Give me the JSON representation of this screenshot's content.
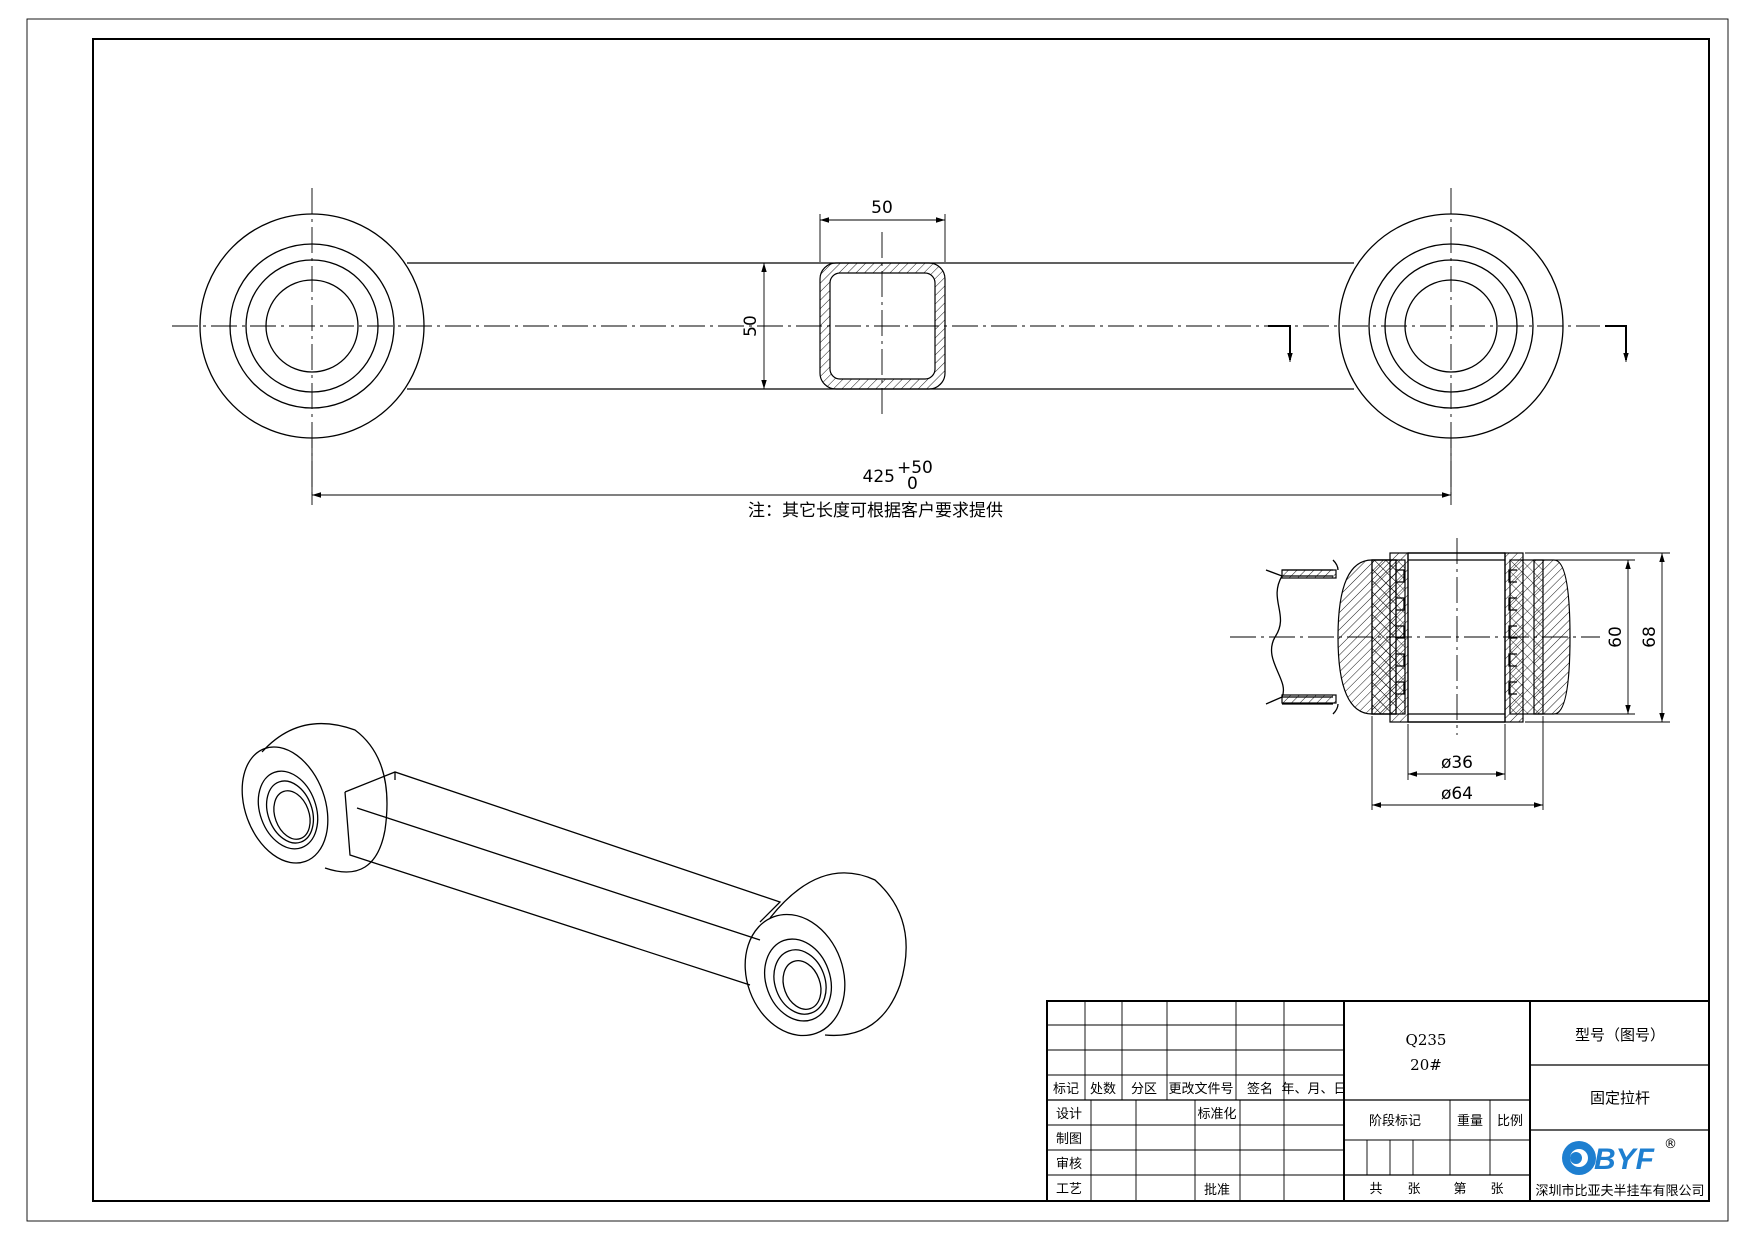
{
  "dimensions": {
    "tube_width": "50",
    "tube_height": "50",
    "length_base": "425",
    "length_tol_upper": "+50",
    "length_tol_lower": "0",
    "bushing_inner_dia": "ø36",
    "bushing_outer_dia": "ø64",
    "bushing_inner_height": "60",
    "bushing_outer_height": "68"
  },
  "note": "注：其它长度可根据客户要求提供",
  "title_block": {
    "revision_headers": [
      "标记",
      "处数",
      "分区",
      "更改文件号",
      "签名",
      "年、月、日"
    ],
    "roles": [
      "设计",
      "制图",
      "审核",
      "工艺"
    ],
    "standardization": "标准化",
    "approval": "批准",
    "material_1": "Q235",
    "material_2": "20#",
    "stage_mark": "阶段标记",
    "weight": "重量",
    "scale": "比例",
    "sheets_total": "共",
    "sheets_unit_1": "张",
    "sheet_no": "第",
    "sheets_unit_2": "张",
    "model_no": "型号（图号）",
    "part_name": "固定拉杆",
    "logo_text": "BYF",
    "logo_mark": "®",
    "company": "深圳市比亚夫半挂车有限公司"
  },
  "colors": {
    "line": "#000000",
    "logo_blue": "#1e7fd0",
    "background": "#ffffff"
  }
}
